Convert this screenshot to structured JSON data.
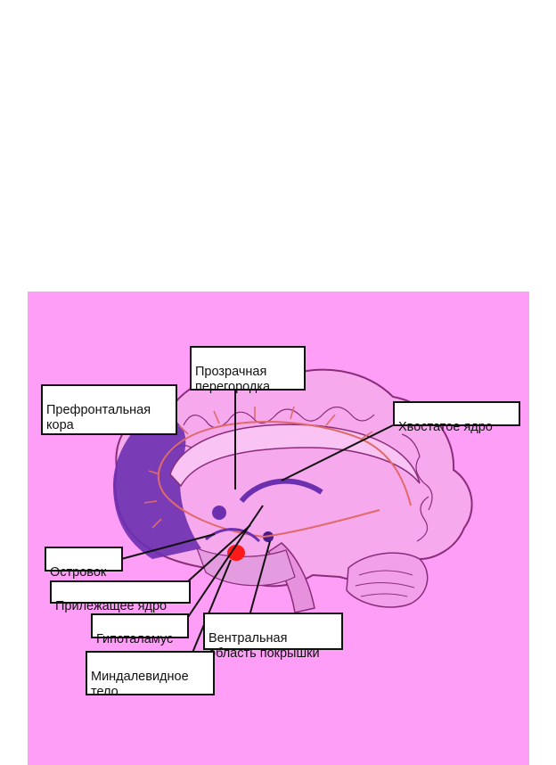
{
  "labels": {
    "prefrontal_cortex": {
      "line1": "Префронтальная",
      "line2": "кора"
    },
    "septum_pellucidum": {
      "line1": "Прозрачная",
      "line2": "перегородка"
    },
    "caudate_nucleus": "Хвостатое ядро",
    "insula": "Островок",
    "nucleus_accumbens": "Прилежащее ядро",
    "hypothalamus": "Гипоталамус",
    "ventral_tegmental_area": {
      "line1": "Вентральная",
      "line2": "область покрышки"
    },
    "amygdala": {
      "line1": "Миндалевидное",
      "line2": "тело"
    }
  },
  "colors": {
    "background": "#ff9ef7",
    "brain_fill": "#f7a9ee",
    "brain_outline": "#8a2c7a",
    "prefrontal_fill": "#6b2fb0",
    "pathway": "#e06a6a",
    "amygdala_dot": "#ff1a1a",
    "label_border": "#111111"
  }
}
